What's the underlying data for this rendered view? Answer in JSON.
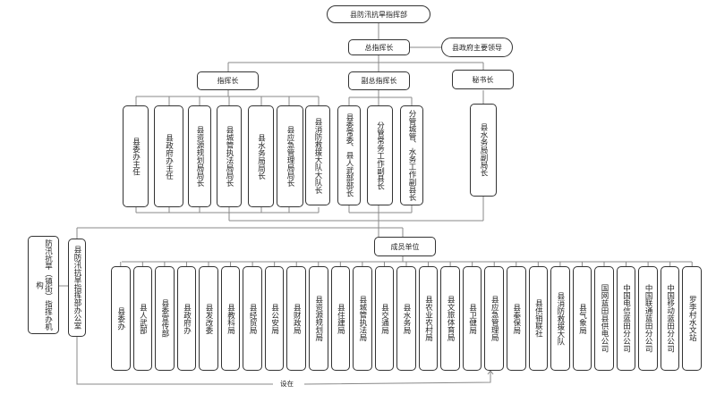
{
  "title": "县防汛抗旱指挥部",
  "commander_in_chief": "总指挥长",
  "commander_in_chief_note": "县政府主要领导",
  "groups": {
    "commander": {
      "label": "指挥长",
      "members": [
        "县委办主任",
        "县政府办主任",
        "县资源规划局局长",
        "县城管执法局局长",
        "县水务局局长",
        "县应急管理局局长",
        "县消防救援大队大队长"
      ]
    },
    "deputy": {
      "label": "副总指挥长",
      "members": [
        "县委常委、县人武部部长",
        "分管常务工作副县长",
        "分管城管、水务工作副县长"
      ]
    },
    "secretary": {
      "label": "秘书长",
      "members": [
        "县水务局副局长"
      ]
    }
  },
  "office": "县防汛抗旱指挥部办公室",
  "town_office": "防汛抗旱（镇街）指挥办机构",
  "member_units": {
    "label": "成员单位",
    "units": [
      "县委办",
      "县人武部",
      "县委宣传部",
      "县政府办",
      "县发改委",
      "县教科局",
      "县经贸局",
      "县公安局",
      "县财政局",
      "县资源规划局",
      "县住建局",
      "县城管执法局",
      "县交通局",
      "县水务局",
      "县农业农村局",
      "县文旅体育局",
      "县卫健局",
      "县应急管理局",
      "县秦保局",
      "县供销联社",
      "县消防救援大队",
      "县气象局",
      "国网蓝田县供电公司",
      "中国电信蓝田分公司",
      "中国联通蓝田分公司",
      "中国移动蓝田分公司",
      "罗李村水文站"
    ]
  },
  "located_at_label": "设在"
}
